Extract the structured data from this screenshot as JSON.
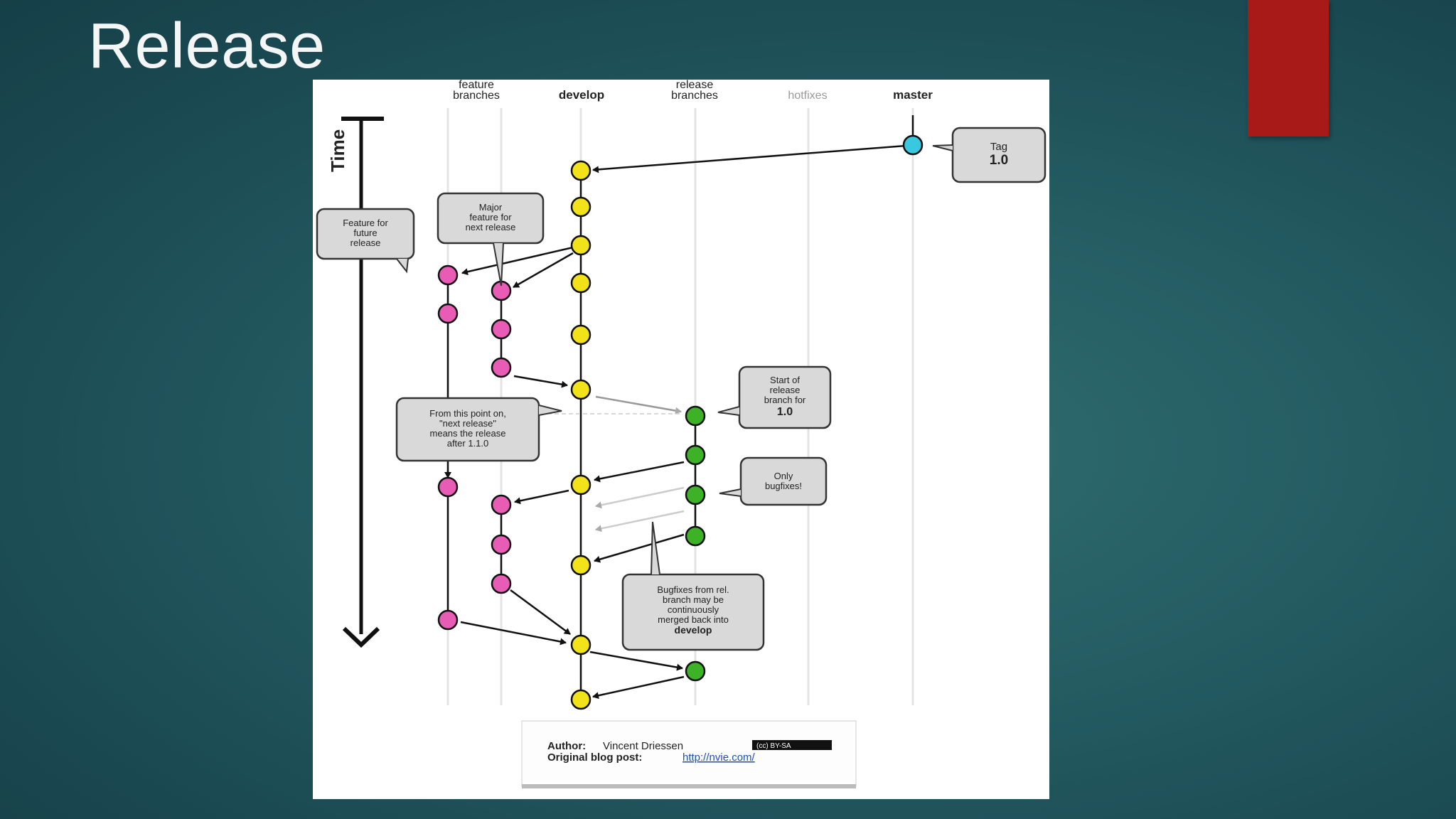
{
  "slide": {
    "title": "Release",
    "accent_color": "#a81a17"
  },
  "diagram": {
    "lanes": {
      "feature_line1": "feature",
      "feature_line2": "branches",
      "develop": "develop",
      "release_line1": "release",
      "release_line2": "branches",
      "hotfixes": "hotfixes",
      "master": "master"
    },
    "time_label": "Time",
    "callouts": {
      "tag": [
        "Tag",
        "1.0"
      ],
      "future_feature": [
        "Feature for",
        "future",
        "release"
      ],
      "major_feature": [
        "Major",
        "feature for",
        "next release"
      ],
      "start_release": [
        "Start of",
        "release",
        "branch for",
        "1.0"
      ],
      "next_release": [
        "From this point on,",
        "\"next release\"",
        "means the release",
        "after 1.1.0"
      ],
      "only_bugfixes": [
        "Only",
        "bugfixes!"
      ],
      "bugfixes_merge": [
        "Bugfixes from rel.",
        "branch may be",
        "continuously",
        "merged back into",
        "develop"
      ]
    },
    "credits": {
      "author_label": "Author:",
      "author_name": "Vincent Driessen",
      "blog_label": "Original blog post:",
      "blog_url": "http://nvie.com/",
      "license_badge": "(cc) BY-SA"
    },
    "colors": {
      "develop": "#f2e21a",
      "feature": "#e85cb5",
      "release": "#3db226",
      "master": "#38c8e0"
    }
  }
}
